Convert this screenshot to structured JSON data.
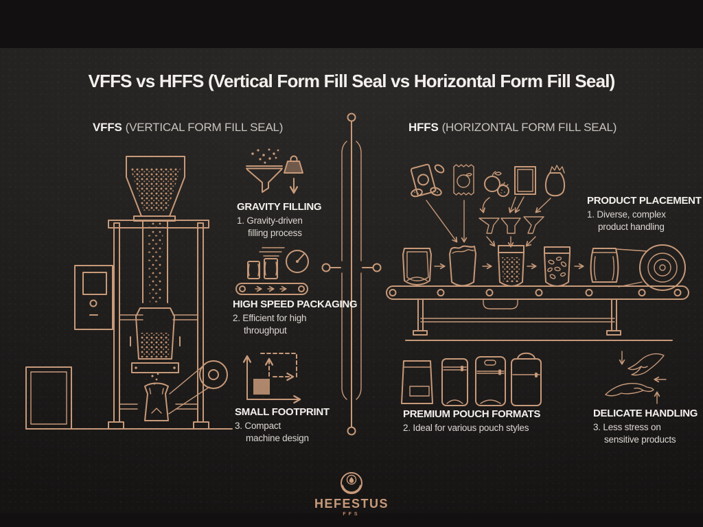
{
  "colors": {
    "accent": "#c89a7a",
    "heading": "#f3f0ed",
    "muted": "#c8c4c0",
    "body": "#dbd7d3",
    "panel": "#232120",
    "frame": "#121010"
  },
  "title": "VFFS vs HFFS (Vertical Form Fill Seal vs Horizontal Form Fill Seal)",
  "vffs": {
    "name": "VFFS",
    "expansion": "(VERTICAL FORM FILL SEAL)",
    "features": [
      {
        "title": "GRAVITY FILLING",
        "line1": "1. Gravity-driven",
        "line2": "filling process"
      },
      {
        "title": "HIGH SPEED PACKAGING",
        "line1": "2. Efficient for high",
        "line2": "throughput"
      },
      {
        "title": "SMALL FOOTPRINT",
        "line1": "3. Compact",
        "line2": "machine design"
      }
    ]
  },
  "hffs": {
    "name": "HFFS",
    "expansion": "(HORIZONTAL FORM FILL SEAL)",
    "features": [
      {
        "title": "PRODUCT PLACEMENT",
        "line1": "1. Diverse, complex",
        "line2": "product handling"
      },
      {
        "title": "PREMIUM POUCH FORMATS",
        "line1": "2. Ideal for various pouch styles",
        "line2": ""
      },
      {
        "title": "DELICATE HANDLING",
        "line1": "3. Less stress on",
        "line2": "sensitive products"
      }
    ]
  },
  "icons": {
    "vffs_machine": "vffs-machine-illustration",
    "gravity": "funnel-weight-icon",
    "speed": "conveyor-speedometer-icon",
    "footprint": "footprint-axes-icon",
    "hffs_machine": "hffs-line-illustration",
    "pouches": "pouch-formats-icon",
    "hands": "gentle-hands-icon",
    "divider": "ornamental-divider",
    "logo": "droplet-emblem-icon"
  },
  "footer": {
    "brand": "HEFESTUS",
    "sub_brand": "FFS"
  }
}
